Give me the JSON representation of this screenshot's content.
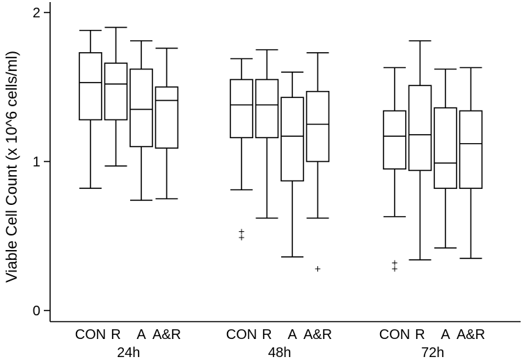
{
  "chart_data": {
    "type": "boxplot",
    "ylabel": "Viable Cell Count (x 10^6 cells/ml)",
    "ylim": [
      -0.05,
      2.05
    ],
    "yticks": [
      0,
      1,
      2
    ],
    "groups": [
      {
        "label": "24h",
        "boxes": [
          {
            "category": "CON",
            "min": 0.82,
            "q1": 1.28,
            "median": 1.53,
            "q3": 1.73,
            "max": 1.88,
            "outliers": []
          },
          {
            "category": "R",
            "min": 0.97,
            "q1": 1.28,
            "median": 1.52,
            "q3": 1.66,
            "max": 1.9,
            "outliers": []
          },
          {
            "category": "A",
            "min": 0.74,
            "q1": 1.1,
            "median": 1.35,
            "q3": 1.62,
            "max": 1.81,
            "outliers": []
          },
          {
            "category": "A&R",
            "min": 0.75,
            "q1": 1.09,
            "median": 1.41,
            "q3": 1.5,
            "max": 1.76,
            "outliers": []
          }
        ]
      },
      {
        "label": "48h",
        "boxes": [
          {
            "category": "CON",
            "min": 0.81,
            "q1": 1.16,
            "median": 1.38,
            "q3": 1.55,
            "max": 1.69,
            "outliers": [
              0.53,
              0.49
            ]
          },
          {
            "category": "R",
            "min": 0.62,
            "q1": 1.16,
            "median": 1.38,
            "q3": 1.55,
            "max": 1.75,
            "outliers": []
          },
          {
            "category": "A",
            "min": 0.36,
            "q1": 0.87,
            "median": 1.17,
            "q3": 1.43,
            "max": 1.6,
            "outliers": []
          },
          {
            "category": "A&R",
            "min": 0.62,
            "q1": 1.0,
            "median": 1.25,
            "q3": 1.47,
            "max": 1.73,
            "outliers": [
              0.28
            ]
          }
        ]
      },
      {
        "label": "72h",
        "boxes": [
          {
            "category": "CON",
            "min": 0.63,
            "q1": 0.95,
            "median": 1.17,
            "q3": 1.34,
            "max": 1.63,
            "outliers": [
              0.32,
              0.28
            ]
          },
          {
            "category": "R",
            "min": 0.34,
            "q1": 0.94,
            "median": 1.18,
            "q3": 1.51,
            "max": 1.81,
            "outliers": []
          },
          {
            "category": "A",
            "min": 0.42,
            "q1": 0.82,
            "median": 0.99,
            "q3": 1.36,
            "max": 1.62,
            "outliers": []
          },
          {
            "category": "A&R",
            "min": 0.35,
            "q1": 0.82,
            "median": 1.12,
            "q3": 1.34,
            "max": 1.63,
            "outliers": []
          }
        ]
      }
    ]
  }
}
